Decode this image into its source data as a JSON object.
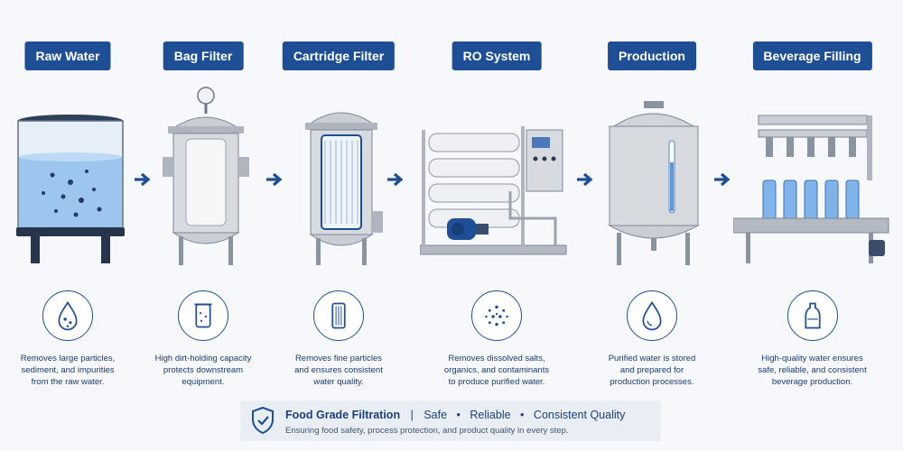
{
  "stages": [
    {
      "label": "Raw Water",
      "icon": "water-drop-particles-icon",
      "description": [
        "Removes large particles,",
        "sediment, and impurities",
        "from the raw water."
      ]
    },
    {
      "label": "Bag Filter",
      "icon": "bag-filter-icon",
      "description": [
        "High dirt-holding capacity",
        "protects downstream",
        "equipment."
      ]
    },
    {
      "label": "Cartridge Filter",
      "icon": "cartridge-icon",
      "description": [
        "Removes fine particles",
        "and ensures consistent",
        "water quality."
      ]
    },
    {
      "label": "RO System",
      "icon": "dissolved-particles-icon",
      "description": [
        "Removes dissolved salts,",
        "organics, and contaminants",
        "to produce purified water."
      ]
    },
    {
      "label": "Production",
      "icon": "water-drop-icon",
      "description": [
        "Purified water is stored",
        "and prepared for",
        "production processes."
      ]
    },
    {
      "label": "Beverage Filling",
      "icon": "bottle-icon",
      "description": [
        "High-quality water ensures",
        "safe, reliable, and consistent",
        "beverage production."
      ]
    }
  ],
  "footer": {
    "title": "Food Grade Filtration",
    "separator": "|",
    "bullet": "•",
    "tags": [
      "Safe",
      "Reliable",
      "Consistent Quality"
    ],
    "subtitle": "Ensuring food safety, process protection, and product quality in every step.",
    "icon": "shield-check-icon"
  },
  "colors": {
    "primary": "#1d4e96",
    "water": "#a9cdf0",
    "steel": "#c9ced4",
    "background": "#f6f8fb"
  }
}
